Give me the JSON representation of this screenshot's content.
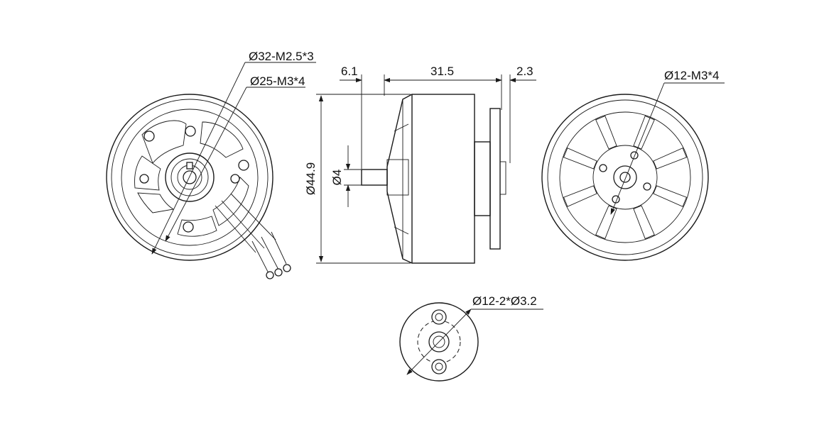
{
  "labels": {
    "rear_outer_holes": "Ø32-M2.5*3",
    "rear_inner_holes": "Ø25-M3*4",
    "front_holes": "Ø12-M3*4",
    "prop_adapter_holes": "Ø12-2*Ø3.2",
    "shaft_protrusion": "6.1",
    "body_length": "31.5",
    "flange_offset": "2.3",
    "shaft_diameter": "Ø4",
    "body_diameter": "Ø44.9"
  },
  "colors": {
    "line": "#1a1a1a",
    "background": "#ffffff"
  }
}
